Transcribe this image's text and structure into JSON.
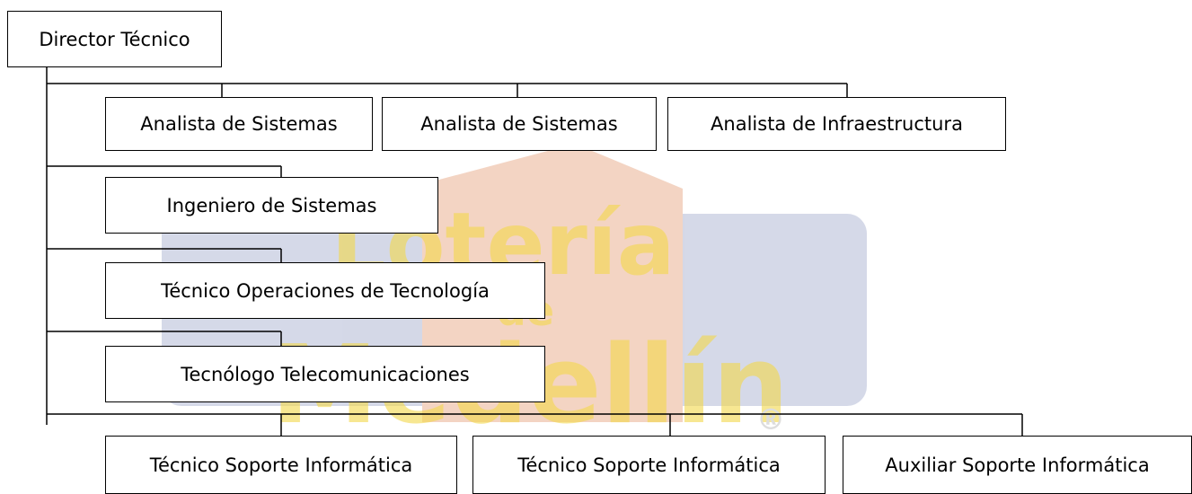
{
  "org_chart": {
    "root": "Director Técnico",
    "level1_row": [
      "Analista de Sistemas",
      "Analista de Sistemas",
      "Analista de Infraestructura"
    ],
    "single_children": [
      "Ingeniero de Sistemas",
      "Técnico Operaciones de Tecnología",
      "Tecnólogo Telecomunicaciones"
    ],
    "bottom_row": [
      "Técnico Soporte Informática",
      "Técnico Soporte Informática",
      "Auxiliar Soporte Informática"
    ]
  },
  "watermark": {
    "line1": "Lotería",
    "line2": "de",
    "line3": "Medellín",
    "mark": "®",
    "colors": {
      "text": "#f3d84a",
      "panel": "#9ba4c8",
      "badge": "#e39a72"
    }
  },
  "colors": {
    "line": "#000000",
    "box_border": "#000000",
    "box_fill": "#ffffff"
  }
}
